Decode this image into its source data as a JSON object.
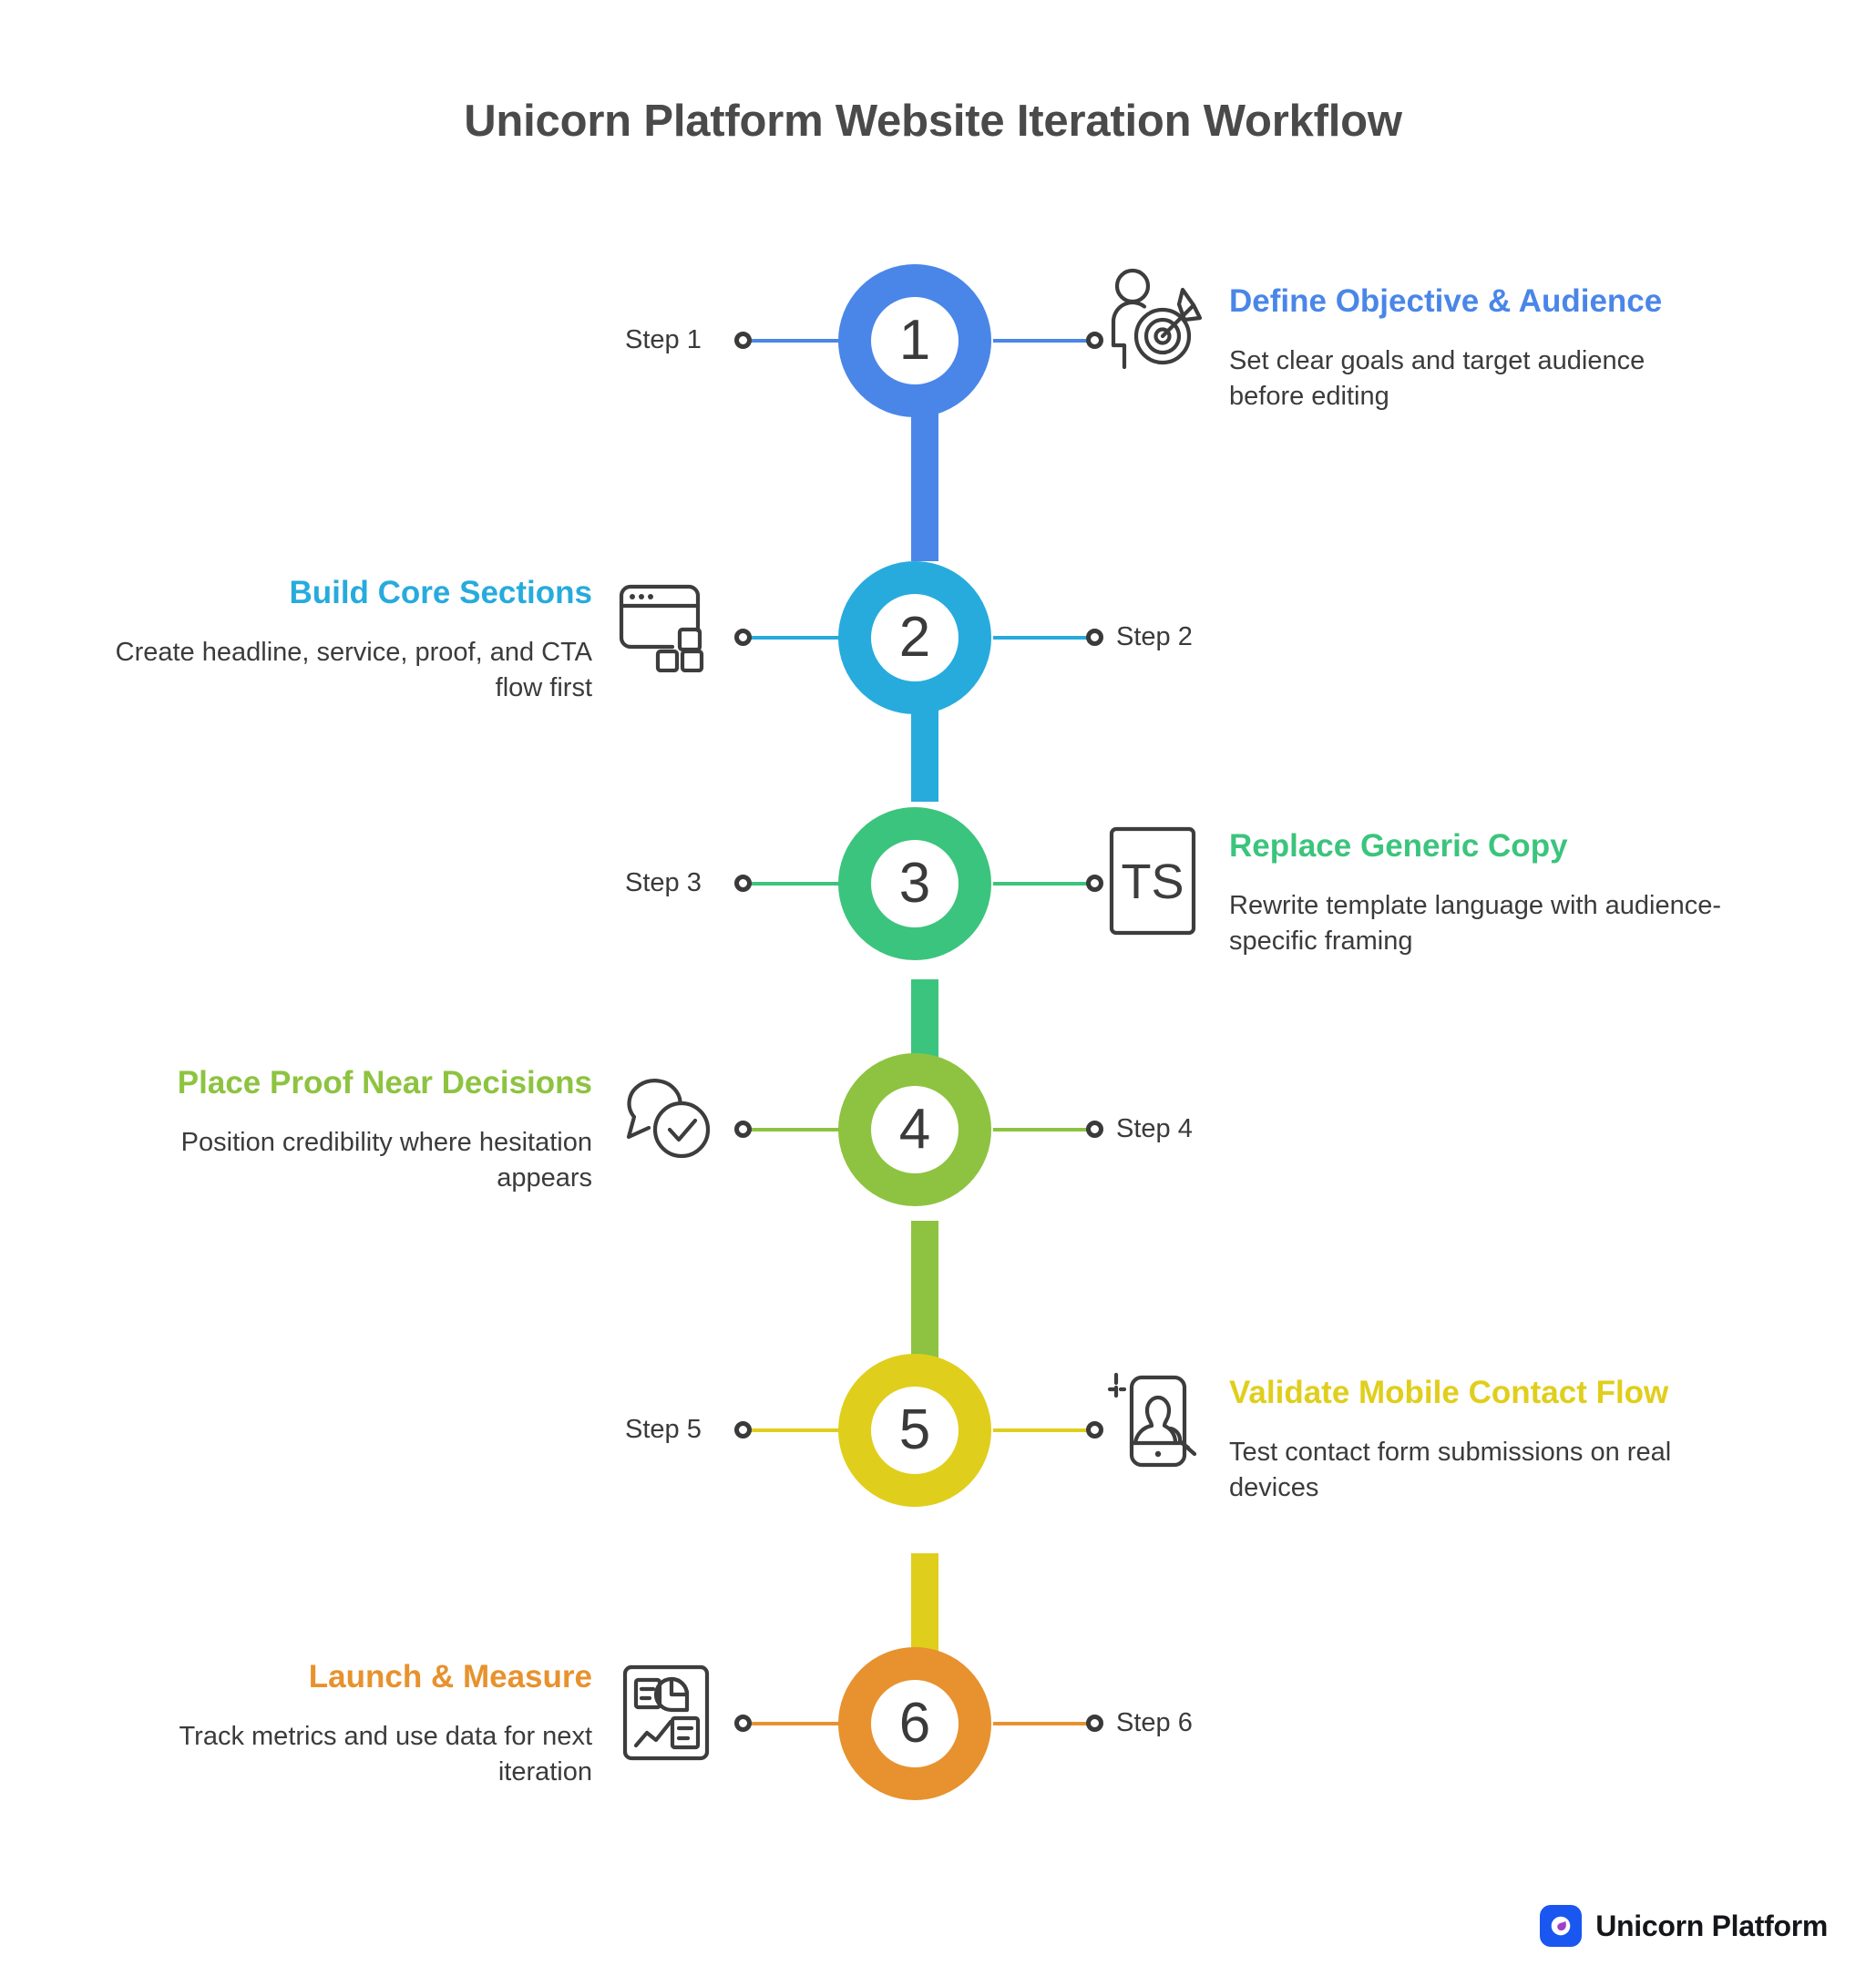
{
  "title": "Unicorn Platform Website Iteration Workflow",
  "colors": {
    "step1": "#4a86e8",
    "step2": "#27ABDD",
    "step3": "#3BC47D",
    "step4": "#8DC340",
    "step5": "#E0CE1C",
    "step6": "#E7922E",
    "text_body": "#3b3b3b",
    "title": "#4a4a4a",
    "brand_blue": "#1a56f0",
    "brand_drop": "#a23fc6"
  },
  "steps": [
    {
      "number": "1",
      "step_label": "Step 1",
      "side": "right",
      "title": "Define Objective & Audience",
      "body": "Set clear goals and target audience before editing",
      "icon": "person-target-icon",
      "color": "#4a86e8"
    },
    {
      "number": "2",
      "step_label": "Step 2",
      "side": "left",
      "title": "Build Core Sections",
      "body": "Create headline, service, proof, and CTA flow first",
      "icon": "browser-blocks-icon",
      "color": "#27ABDD"
    },
    {
      "number": "3",
      "step_label": "Step 3",
      "side": "right",
      "title": "Replace Generic Copy",
      "body": "Rewrite template language with audience-specific framing",
      "icon": "ts-box-icon",
      "icon_text": "TS",
      "color": "#3BC47D"
    },
    {
      "number": "4",
      "step_label": "Step 4",
      "side": "left",
      "title": "Place Proof Near Decisions",
      "body": "Position credibility where hesitation appears",
      "icon": "speech-check-icon",
      "color": "#8DC340"
    },
    {
      "number": "5",
      "step_label": "Step 5",
      "side": "right",
      "title": "Validate Mobile Contact Flow",
      "body": "Test contact form submissions on real devices",
      "icon": "mobile-selfie-icon",
      "color": "#E0CE1C"
    },
    {
      "number": "6",
      "step_label": "Step 6",
      "side": "left",
      "title": "Launch & Measure",
      "body": "Track metrics and use data for next iteration",
      "icon": "dashboard-report-icon",
      "color": "#E7922E"
    }
  ],
  "brand": {
    "name": "Unicorn Platform",
    "logo_icon": "unicorn-platform-logo-icon"
  }
}
